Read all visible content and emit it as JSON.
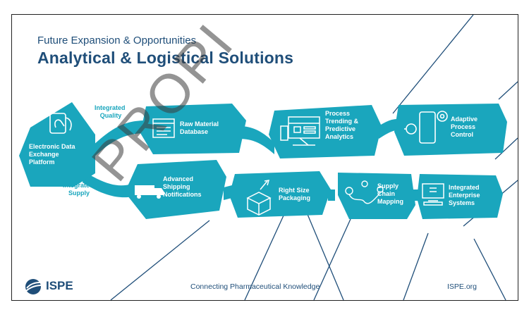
{
  "header": {
    "subtitle": "Future Expansion & Opportunities",
    "title": "Analytical & Logistical Solutions"
  },
  "nodes": {
    "edx": [
      "Electronic Data",
      "Exchange",
      "Platform"
    ],
    "raw": [
      "Raw Material",
      "Database"
    ],
    "process": [
      "Process",
      "Trending &",
      "Predictive",
      "Analytics"
    ],
    "adaptive": [
      "Adaptive",
      "Process",
      "Control"
    ],
    "shipping": [
      "Advanced",
      "Shipping",
      "Notifications"
    ],
    "packaging": [
      "Right Size",
      "Packaging"
    ],
    "supply": [
      "Supply",
      "Chain",
      "Mapping"
    ],
    "enterprise": [
      "Integrated",
      "Enterprise",
      "Systems"
    ]
  },
  "connectors": {
    "quality": [
      "Integrated",
      "Quality"
    ],
    "supply": [
      "Integrated",
      "Supply"
    ]
  },
  "watermark": "PROPI",
  "footer": {
    "logo": "ISPE",
    "tagline": "Connecting Pharmaceutical Knowledge",
    "url": "ISPE.org"
  },
  "colors": {
    "teal": "#1aa6bd",
    "navy": "#1f4e79"
  }
}
